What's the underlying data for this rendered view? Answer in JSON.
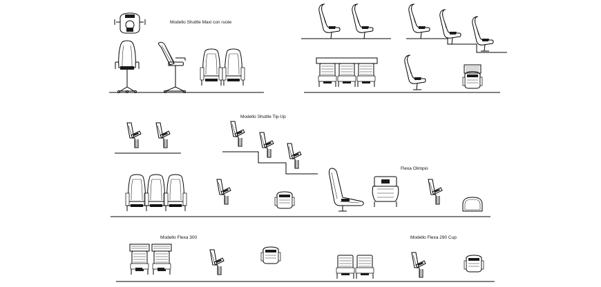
{
  "drawing": {
    "labels": {
      "shuttle_maxi": "Modello Shuttle Maxi con ruote",
      "shuttle_tipup": "Modello Shuttle Tip-Up",
      "flexa_olimpio": "Flexa Olimpio",
      "flexa_300": "Modello Flexa 300",
      "flexa_290": "Modello Flexa 290 Cup"
    },
    "colors": {
      "background": "#ffffff",
      "ink": "#000000"
    }
  }
}
